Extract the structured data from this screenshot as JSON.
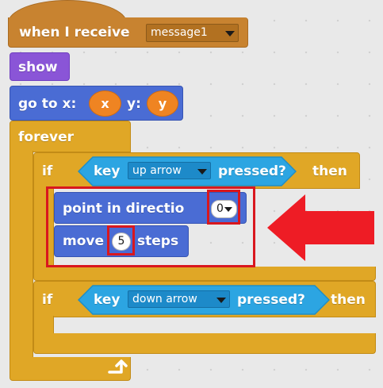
{
  "event": {
    "label": "when I receive",
    "message_value": "message1"
  },
  "looks": {
    "show_label": "show"
  },
  "goto": {
    "label_x": "go to x:",
    "x_value": "x",
    "label_y": "y:",
    "y_value": "y"
  },
  "forever": {
    "label": "forever"
  },
  "if_up": {
    "if_label": "if",
    "key_label": "key",
    "key_value": "up arrow",
    "pressed_label": "pressed?",
    "then_label": "then"
  },
  "point": {
    "label": "point in directio",
    "value": "0"
  },
  "move": {
    "label_pre": "move",
    "value": "5",
    "label_post": "steps"
  },
  "if_down": {
    "if_label": "if",
    "key_label": "key",
    "key_value": "down arrow",
    "pressed_label": "pressed?",
    "then_label": "then"
  },
  "colors": {
    "control": "#e0a726",
    "events": "#c88330",
    "looks": "#8a55d7",
    "motion": "#4a6cd4",
    "sensing": "#2ca5e2",
    "operator_reporter": "#ef8422",
    "highlight": "#d9171e",
    "arrow": "#ee1c25"
  },
  "icons": {
    "loop": "loop-arrow-icon",
    "dropdown": "chevron-down-icon",
    "callout": "pointer-arrow-icon"
  }
}
